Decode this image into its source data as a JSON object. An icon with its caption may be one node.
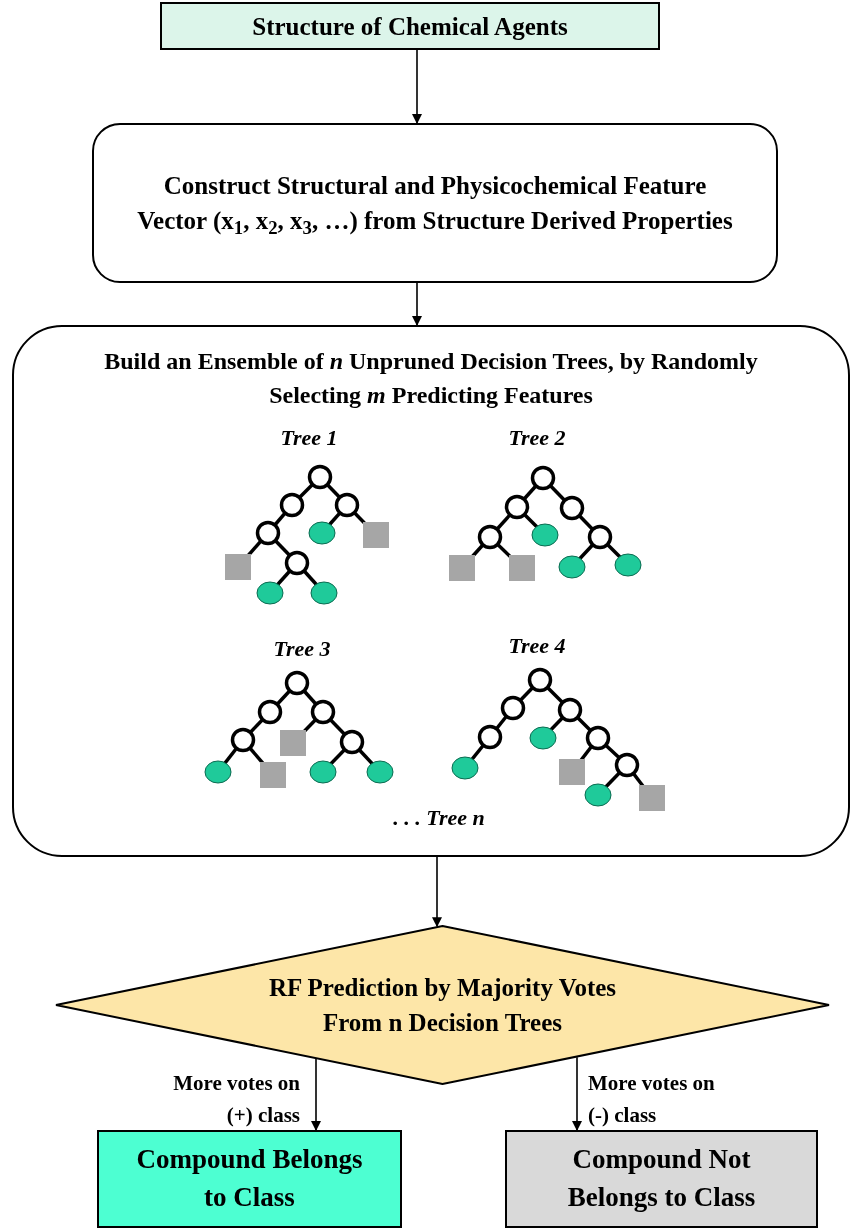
{
  "diagram": {
    "nodes": [
      {
        "text": [
          "Structure of Chemical Agents"
        ]
      },
      {
        "text": [
          "Construct Structural and Physicochemical Feature Vector (x$_{1}$, x$_{2}$, x$_{3}$, …) from Structure Derived Properties"
        ]
      },
      {
        "text": [
          "Build an Ensemble of *n* Unpruned Decision Trees, by Randomly Selecting *m* Predicting Features",
          "Tree 1",
          "Tree 2",
          "Tree 3",
          "Tree 4",
          ". . . Tree n"
        ]
      },
      {
        "text": [
          "RF Prediction by Majority Votes From n Decision Trees"
        ]
      },
      {
        "text": [
          "Compound Belongs to Class"
        ]
      },
      {
        "text": [
          "Compound Not Belongs to Class"
        ]
      }
    ],
    "edges": [
      {
        "from": 0,
        "to": 1,
        "arrow": "to"
      },
      {
        "from": 1,
        "to": 2,
        "arrow": "to"
      },
      {
        "from": 2,
        "to": 3,
        "arrow": "to"
      },
      {
        "from": 3,
        "to": 4,
        "arrow": "to",
        "label": "More votes on (+) class"
      },
      {
        "from": 3,
        "to": 5,
        "arrow": "to",
        "label": "More votes on (-) class"
      }
    ]
  }
}
